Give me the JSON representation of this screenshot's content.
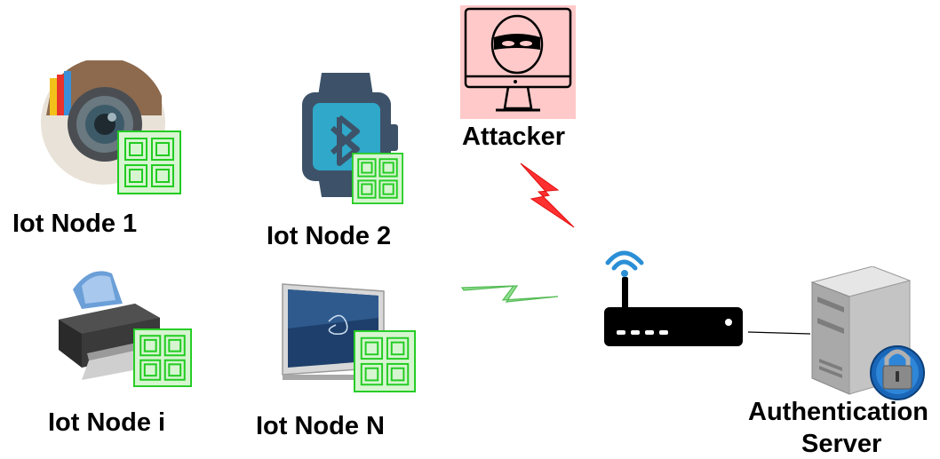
{
  "nodes": [
    {
      "id": "node1",
      "label": "Iot Node 1",
      "icon": "camera-lens-icon"
    },
    {
      "id": "node2",
      "label": "Iot Node 2",
      "icon": "smartwatch-bluetooth-icon"
    },
    {
      "id": "nodei",
      "label": "Iot Node i",
      "icon": "printer-icon"
    },
    {
      "id": "nodeN",
      "label": "Iot Node N",
      "icon": "television-icon"
    }
  ],
  "attacker": {
    "label": "Attacker",
    "icon": "hacker-monitor-icon"
  },
  "router": {
    "icon": "wifi-router-icon"
  },
  "server": {
    "label_line1": "Authentication",
    "label_line2": "Server",
    "icon": "locked-server-icon"
  },
  "colors": {
    "chip_green": "#22cc22",
    "chip_fill": "#d6f5d0",
    "attack_red": "#ff2a2a",
    "link_green": "#6fd36f",
    "attacker_bg": "#ffc9c9",
    "wifi_blue": "#2b8fd6"
  }
}
